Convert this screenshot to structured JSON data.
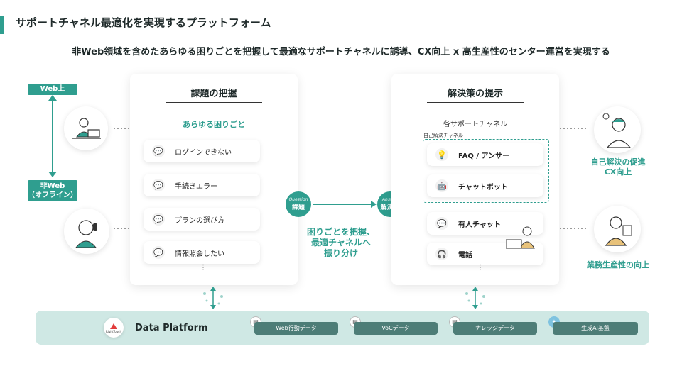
{
  "title": "サポートチャネル最適化を実現するプラットフォーム",
  "subtitle": "非Web領域を含めたあらゆる困りごとを把握して最適なサポートチャネルに誘導、CX向上 x 高生産性のセンター運営を実現する",
  "left": {
    "web_tag": "Web上",
    "nonweb_tag_line1": "非Web",
    "nonweb_tag_line2": "（オフライン）"
  },
  "issues_panel": {
    "title": "課題の把握",
    "label": "あらゆる困りごと",
    "items": [
      "ログインできない",
      "手続きエラー",
      "プランの選び方",
      "情報照会したい"
    ],
    "more": "⋮"
  },
  "hubs": {
    "question_small": "Question",
    "question_big": "課題",
    "answer_small": "Answer",
    "answer_big": "解決策"
  },
  "center_text": [
    "困りごとを把握、",
    "最適チャネルへ",
    "振り分け"
  ],
  "solutions_panel": {
    "title": "解決策の提示",
    "label": "各サポートチャネル",
    "self_label": "自己解決チャネル",
    "self_items": [
      "FAQ / アンサー",
      "チャットボット"
    ],
    "other_items": [
      "有人チャット",
      "電話"
    ],
    "more": "⋮"
  },
  "right": {
    "outcome1_line1": "自己解決の促進",
    "outcome1_line2": "CX向上",
    "outcome2": "業務生産性の向上"
  },
  "platform": {
    "logo_text": "RightTouch",
    "title": "Data Platform",
    "chips": [
      "Web行動データ",
      "VoCデータ",
      "ナレッジデータ",
      "生成AI基盤"
    ]
  },
  "colors": {
    "accent": "#2f9e8f",
    "platform_bg": "#cfe8e4",
    "chip": "#4d7d77"
  }
}
